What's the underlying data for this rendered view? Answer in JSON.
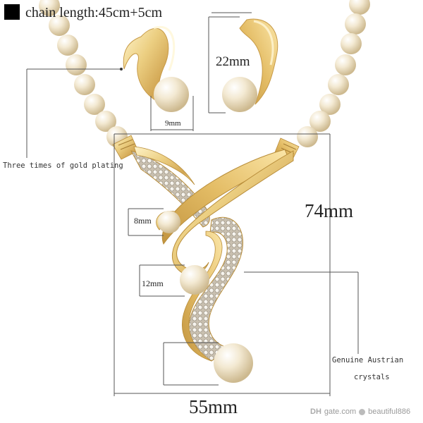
{
  "specs": {
    "chain_length": "chain length:45cm+5cm",
    "earring_height": "22mm",
    "earring_width": "9mm",
    "plating": "Three times of gold plating",
    "pearl_small": "8mm",
    "pearl_medium": "12mm",
    "pendant_height": "74mm",
    "crystals_line1": "Genuine Austrian",
    "crystals_line2": "crystals",
    "pendant_width": "55mm"
  },
  "watermark": {
    "logo": "DH",
    "site": "gate.com",
    "seller": "beautiful886"
  },
  "colors": {
    "gold_light": "#f7e4a8",
    "gold": "#e2bf6c",
    "gold_dark": "#b88d3a",
    "pearl": "#f2e6cc",
    "pearl_shadow": "#d8c7a2",
    "line": "#555555"
  }
}
